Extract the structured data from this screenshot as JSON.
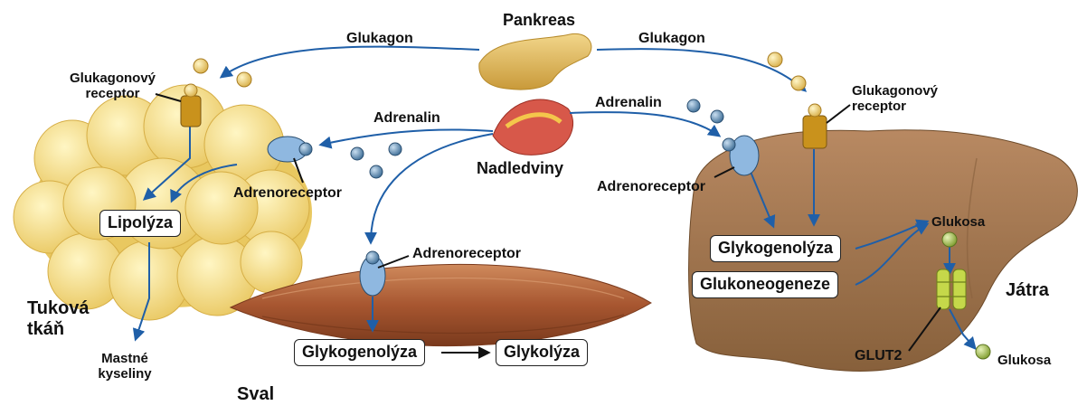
{
  "labels": {
    "pankreas": "Pankreas",
    "glukagon_left": "Glukagon",
    "glukagon_right": "Glukagon",
    "nadledviny": "Nadledviny",
    "adrenalin_left": "Adrenalin",
    "adrenalin_right": "Adrenalin",
    "glukagonovy_receptor_left": "Glukagonový receptor",
    "glukagonovy_receptor_right": "Glukagonový receptor",
    "adrenoreceptor_fat": "Adrenoreceptor",
    "adrenoreceptor_muscle": "Adrenoreceptor",
    "adrenoreceptor_liver": "Adrenoreceptor",
    "tukova_tkan": "Tuková tkáň",
    "mastne_kyseliny": "Mastné kyseliny",
    "sval": "Sval",
    "jatra": "Játra",
    "glukosa_top": "Glukosa",
    "glukosa_bottom": "Glukosa",
    "glut2": "GLUT2"
  },
  "boxes": {
    "lipolyza": "Lipolýza",
    "glykogenolyza_muscle": "Glykogenolýza",
    "glykolyza": "Glykolýza",
    "glykogenolyza_liver": "Glykogenolýza",
    "glukoneogeneze": "Glukoneogeneze"
  },
  "colors": {
    "arrow": "#1f5fa8",
    "fat": "#f3dc84",
    "muscle": "#a85a33",
    "liver": "#a07449",
    "pancreas": "#e8c46a",
    "receptor_glucagon": "#c9921c",
    "receptor_adrenaline": "#8fb8e0",
    "glucose": "#9dbb45"
  }
}
